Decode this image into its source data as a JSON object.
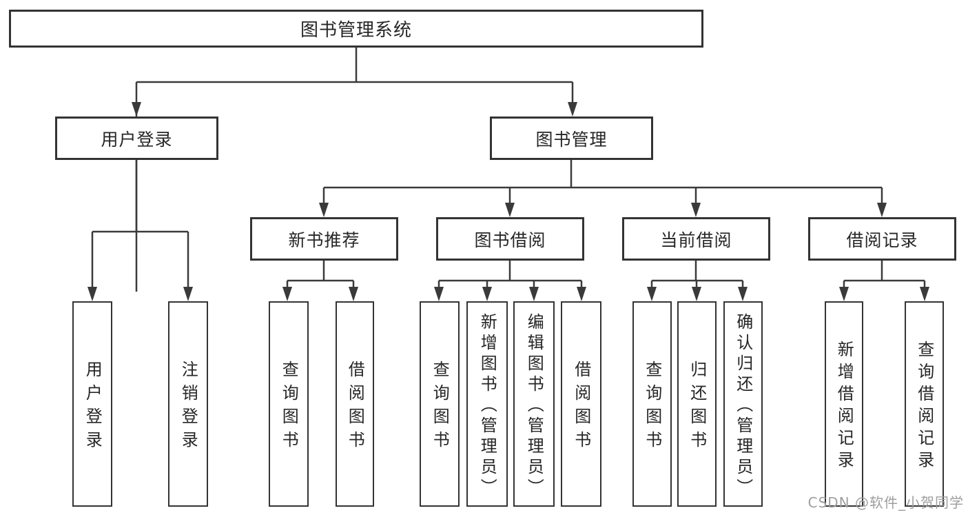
{
  "diagram": {
    "type": "hierarchy",
    "tree": {
      "label": "图书管理系统",
      "children": [
        {
          "label": "用户登录",
          "children": [
            {
              "label": "用户登录"
            },
            {
              "label": "注销登录"
            }
          ]
        },
        {
          "label": "图书管理",
          "children": [
            {
              "label": "新书推荐",
              "children": [
                {
                  "label": "查询图书"
                },
                {
                  "label": "借阅图书"
                }
              ]
            },
            {
              "label": "图书借阅",
              "children": [
                {
                  "label": "查询图书"
                },
                {
                  "label": "新增图书（管理员）"
                },
                {
                  "label": "编辑图书（管理员）"
                },
                {
                  "label": "借阅图书"
                }
              ]
            },
            {
              "label": "当前借阅",
              "children": [
                {
                  "label": "查询图书"
                },
                {
                  "label": "归还图书"
                },
                {
                  "label": "确认归还（管理员）"
                }
              ]
            },
            {
              "label": "借阅记录",
              "children": [
                {
                  "label": "新增借阅记录"
                },
                {
                  "label": "查询借阅记录"
                }
              ]
            }
          ]
        }
      ]
    },
    "colors": {
      "background": "#ffffff",
      "box_border": "#333333",
      "line": "#3a3a3a",
      "text": "#262626",
      "watermark": "#9e9e9e"
    }
  },
  "watermark": {
    "text": "CSDN @软件_小贺同学"
  }
}
